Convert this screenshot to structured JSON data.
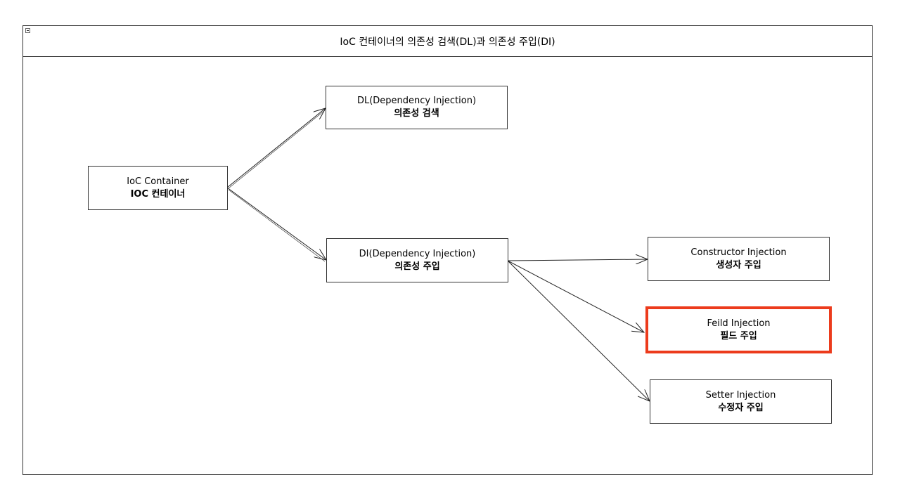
{
  "diagram": {
    "title": "IoC 컨테이너의 의존성 검색(DL)과 의존성 주입(DI)",
    "highlight_color": "#ec3b1c",
    "nodes": {
      "ioc": {
        "en": "IoC Container",
        "ko": "IOC 컨테이너"
      },
      "dl": {
        "en": "DL(Dependency Injection)",
        "ko": "의존성 검색"
      },
      "di": {
        "en": "DI(Dependency Injection)",
        "ko": "의존성 주입"
      },
      "constructor": {
        "en": "Constructor Injection",
        "ko": "생성자 주입"
      },
      "field": {
        "en": "Feild Injection",
        "ko": "필드 주입"
      },
      "setter": {
        "en": "Setter Injection",
        "ko": "수정자 주입"
      }
    },
    "edges": [
      {
        "from": "ioc",
        "to": "dl"
      },
      {
        "from": "ioc",
        "to": "di"
      },
      {
        "from": "di",
        "to": "constructor"
      },
      {
        "from": "di",
        "to": "field"
      },
      {
        "from": "di",
        "to": "setter"
      }
    ]
  }
}
